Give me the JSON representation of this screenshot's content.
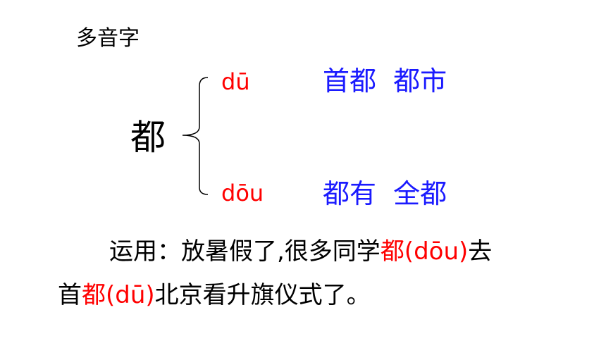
{
  "title": "多音字",
  "character": "都",
  "readings": [
    {
      "pinyin": "dū",
      "words": "首都  都市"
    },
    {
      "pinyin": "dōu",
      "words": "都有  全都"
    }
  ],
  "usage": {
    "line1_prefix": "运用：放暑假了,很多同学",
    "line1_highlight": "都(dōu)",
    "line1_suffix": "去",
    "line2_prefix": "首",
    "line2_highlight": "都(dū)",
    "line2_suffix": "北京看升旗仪式了。"
  },
  "colors": {
    "pinyin": "#ff0000",
    "words": "#1a1aff",
    "text": "#000000"
  }
}
